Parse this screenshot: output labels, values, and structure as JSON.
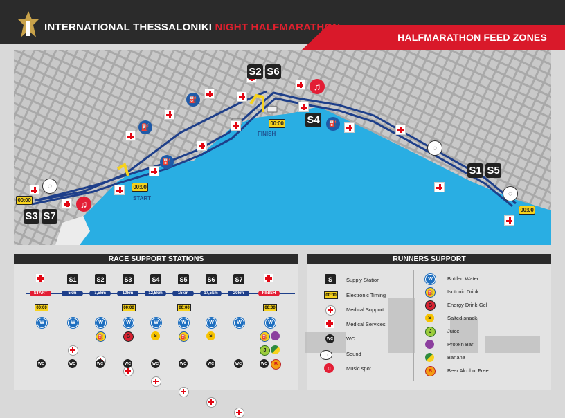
{
  "header": {
    "title_white": "INTERNATIONAL THESSALONIKI",
    "title_red": "NIGHT HALFMARATHON",
    "feed_zones": "HALFMARATHON FEED ZONES"
  },
  "colors": {
    "dark": "#2b2b2b",
    "accent_red": "#d9192a",
    "route_blue": "#1e3f8a",
    "sea_blue": "#29aee3",
    "timing_yellow": "#f7d21c"
  },
  "map": {
    "stations": [
      "S2",
      "S6",
      "S4",
      "S1",
      "S5",
      "S3",
      "S7"
    ],
    "labels": {
      "start": "START",
      "finish": "FINISH",
      "timing": "00:00",
      "music": "♫",
      "iso": "⛽",
      "sound": "◌"
    }
  },
  "race_support": {
    "title": "RACE SUPPORT STATIONS",
    "columns": [
      "S1",
      "S2",
      "S3",
      "S4",
      "S5",
      "S6",
      "S7"
    ],
    "distances": [
      "START",
      "5km",
      "7,5km",
      "10km",
      "12,5km",
      "15km",
      "17,5km",
      "20km",
      "FINISH"
    ],
    "timing": "00:00",
    "water": "W",
    "salt": "S",
    "gel": "G",
    "juice": "J",
    "beer": "B",
    "wc": "WC"
  },
  "runners_support": {
    "title": "RUNNERS SUPPORT",
    "left": [
      {
        "icon": "supply",
        "symbol": "S",
        "label": "Supply Station"
      },
      {
        "icon": "timing",
        "symbol": "00:00",
        "label": "Electronic Timing"
      },
      {
        "icon": "medical-support",
        "symbol": "",
        "label": "Medical Support"
      },
      {
        "icon": "medical-services",
        "symbol": "",
        "label": "Medical Services"
      },
      {
        "icon": "wc",
        "symbol": "WC",
        "label": "WC"
      },
      {
        "icon": "sound",
        "symbol": "◌",
        "label": "Sound"
      },
      {
        "icon": "music",
        "symbol": "♫",
        "label": "Music spot"
      }
    ],
    "right": [
      {
        "icon": "water",
        "symbol": "W",
        "label": "Bottled Water"
      },
      {
        "icon": "iso",
        "symbol": "⛽",
        "label": "Isotonic Drink"
      },
      {
        "icon": "gel",
        "symbol": "G",
        "label": "Energy Drink-Gel"
      },
      {
        "icon": "salt",
        "symbol": "S",
        "label": "Salted snack"
      },
      {
        "icon": "juice",
        "symbol": "J",
        "label": "Juice"
      },
      {
        "icon": "bar",
        "symbol": "",
        "label": "Protein Bar"
      },
      {
        "icon": "banana",
        "symbol": "",
        "label": "Banana"
      },
      {
        "icon": "beer",
        "symbol": "B",
        "label": "Beer Alcohol Free"
      }
    ]
  }
}
